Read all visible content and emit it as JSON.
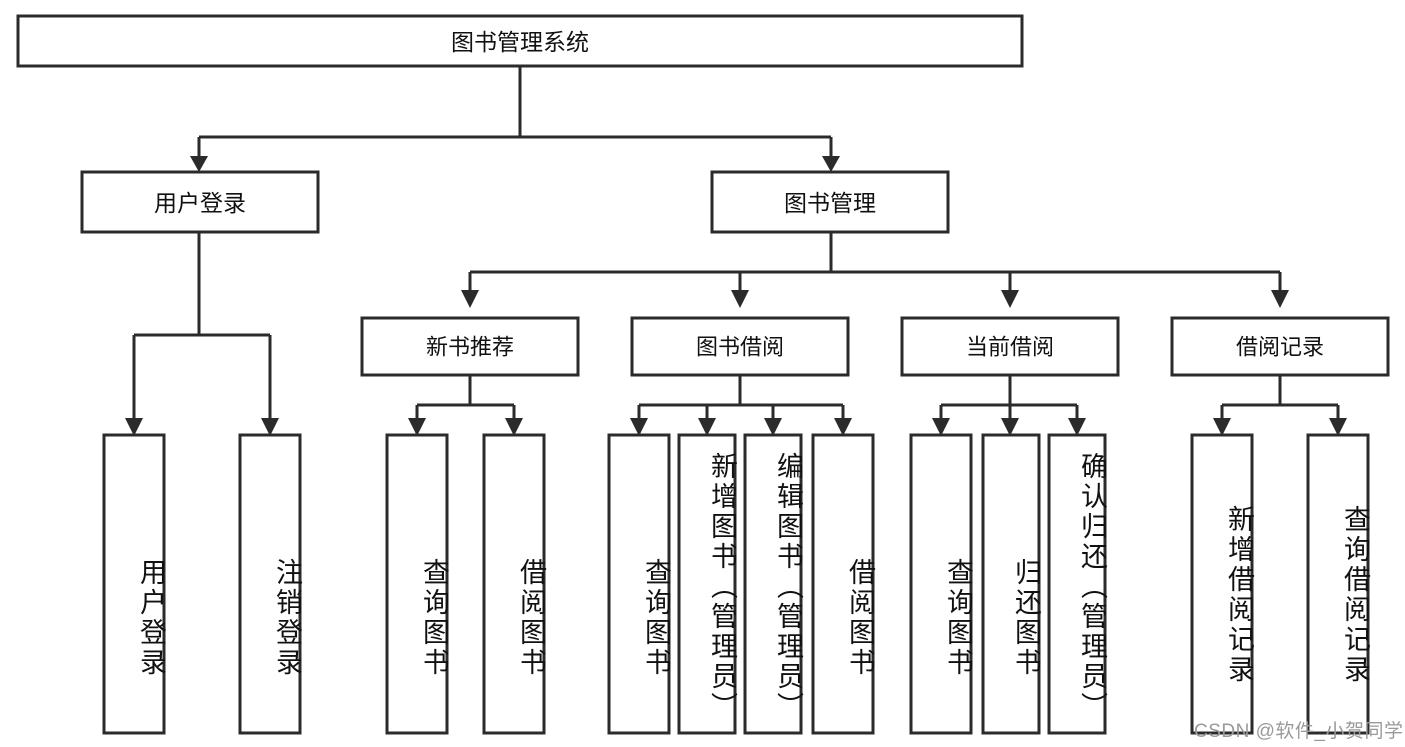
{
  "diagram": {
    "title": "图书管理系统",
    "type": "hierarchy-tree",
    "background_color": "#ffffff",
    "line_color": "#2b2b2b",
    "text_color": "#111111"
  },
  "root": {
    "label": "图书管理系统"
  },
  "level2": [
    {
      "label": "用户登录"
    },
    {
      "label": "图书管理"
    }
  ],
  "level3": [
    {
      "label": "新书推荐"
    },
    {
      "label": "图书借阅"
    },
    {
      "label": "当前借阅"
    },
    {
      "label": "借阅记录"
    }
  ],
  "leaves": {
    "user_login": [
      {
        "label": "用户登录"
      },
      {
        "label": "注销登录"
      }
    ],
    "new_book_recommend": [
      {
        "label": "查询图书"
      },
      {
        "label": "借阅图书"
      }
    ],
    "book_borrow": [
      {
        "label": "查询图书"
      },
      {
        "label": "新增图书（管理员）"
      },
      {
        "label": "编辑图书（管理员）"
      },
      {
        "label": "借阅图书"
      }
    ],
    "current_borrow": [
      {
        "label": "查询图书"
      },
      {
        "label": "归还图书"
      },
      {
        "label": "确认归还（管理员）"
      }
    ],
    "borrow_records": [
      {
        "label": "新增借阅记录"
      },
      {
        "label": "查询借阅记录"
      }
    ]
  },
  "watermark": {
    "text": "CSDN @软件_小贺同学"
  }
}
